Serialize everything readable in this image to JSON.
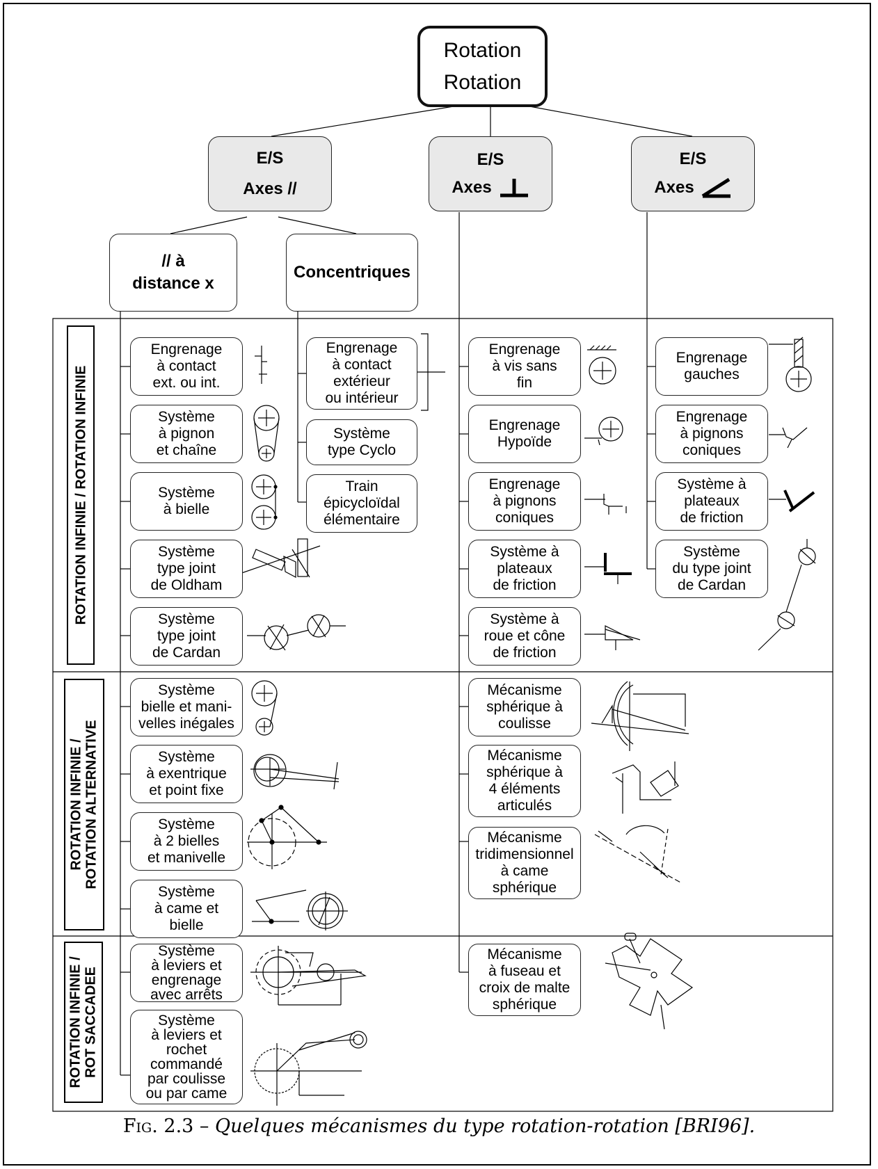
{
  "root": {
    "line1": "Rotation",
    "line2": "Rotation"
  },
  "groups": {
    "parallel": {
      "line1": "E/S",
      "line2": "Axes //"
    },
    "perpendicular": {
      "line1": "E/S",
      "line2": "Axes"
    },
    "angled": {
      "line1": "E/S",
      "line2": "Axes"
    }
  },
  "subgroups": {
    "distance": {
      "line1": "// à",
      "line2": "distance x"
    },
    "concentric": {
      "line1": "Concentriques"
    }
  },
  "rows": {
    "infinite": [
      "ROTATION INFINIE / ROTATION INFINIE"
    ],
    "alternative": [
      "ROTATION INFINIE /",
      "ROTATION ALTERNATIVE"
    ],
    "jerky": [
      "ROTATION INFINIE /",
      "ROT SACCADEE"
    ]
  },
  "mechanisms": {
    "col_distance": [
      [
        "Engrenage",
        "à contact",
        "ext. ou int."
      ],
      [
        "Système",
        "à pignon",
        "et chaîne"
      ],
      [
        "Système",
        "à bielle"
      ],
      [
        "Système",
        "type joint",
        "de Oldham"
      ],
      [
        "Système",
        "type joint",
        "de Cardan"
      ],
      [
        "Système",
        "bielle et mani-",
        "velles inégales"
      ],
      [
        "Système",
        "à exentrique",
        "et point fixe"
      ],
      [
        "Système",
        "à 2 bielles",
        "et manivelle"
      ],
      [
        "Système",
        "à came et",
        "bielle"
      ],
      [
        "Système",
        "à leviers et",
        "engrenage",
        "avec arrêts"
      ],
      [
        "Système",
        "à leviers et",
        "rochet",
        "commandé",
        "par coulisse",
        "ou par came"
      ]
    ],
    "col_concentric": [
      [
        "Engrenage",
        "à contact",
        "extérieur",
        "ou intérieur"
      ],
      [
        "Système",
        "type Cyclo"
      ],
      [
        "Train",
        "épicycloïdal",
        "élémentaire"
      ]
    ],
    "col_perpendicular": [
      [
        "Engrenage",
        "à vis sans",
        "fin"
      ],
      [
        "Engrenage",
        "Hypoïde"
      ],
      [
        "Engrenage",
        "à pignons",
        "coniques"
      ],
      [
        "Système à",
        "plateaux",
        "de friction"
      ],
      [
        "Système à",
        "roue et cône",
        "de friction"
      ],
      [
        "Mécanisme",
        "sphérique à",
        "coulisse"
      ],
      [
        "Mécanisme",
        "sphérique à",
        "4 éléments",
        "articulés"
      ],
      [
        "Mécanisme",
        "tridimensionnel",
        "à came",
        "sphérique"
      ],
      [
        "Mécanisme",
        "à  fuseau et",
        "croix de malte",
        "sphérique"
      ]
    ],
    "col_angled": [
      [
        "Engrenage",
        "gauches"
      ],
      [
        "Engrenage",
        "à pignons",
        "coniques"
      ],
      [
        "Système à",
        "plateaux",
        "de friction"
      ],
      [
        "Système",
        "du type joint",
        "de Cardan"
      ]
    ]
  },
  "caption": {
    "figure": "Fig. 2.3 –",
    "text": "Quelques mécanismes du type rotation-rotation [BRI96]."
  }
}
